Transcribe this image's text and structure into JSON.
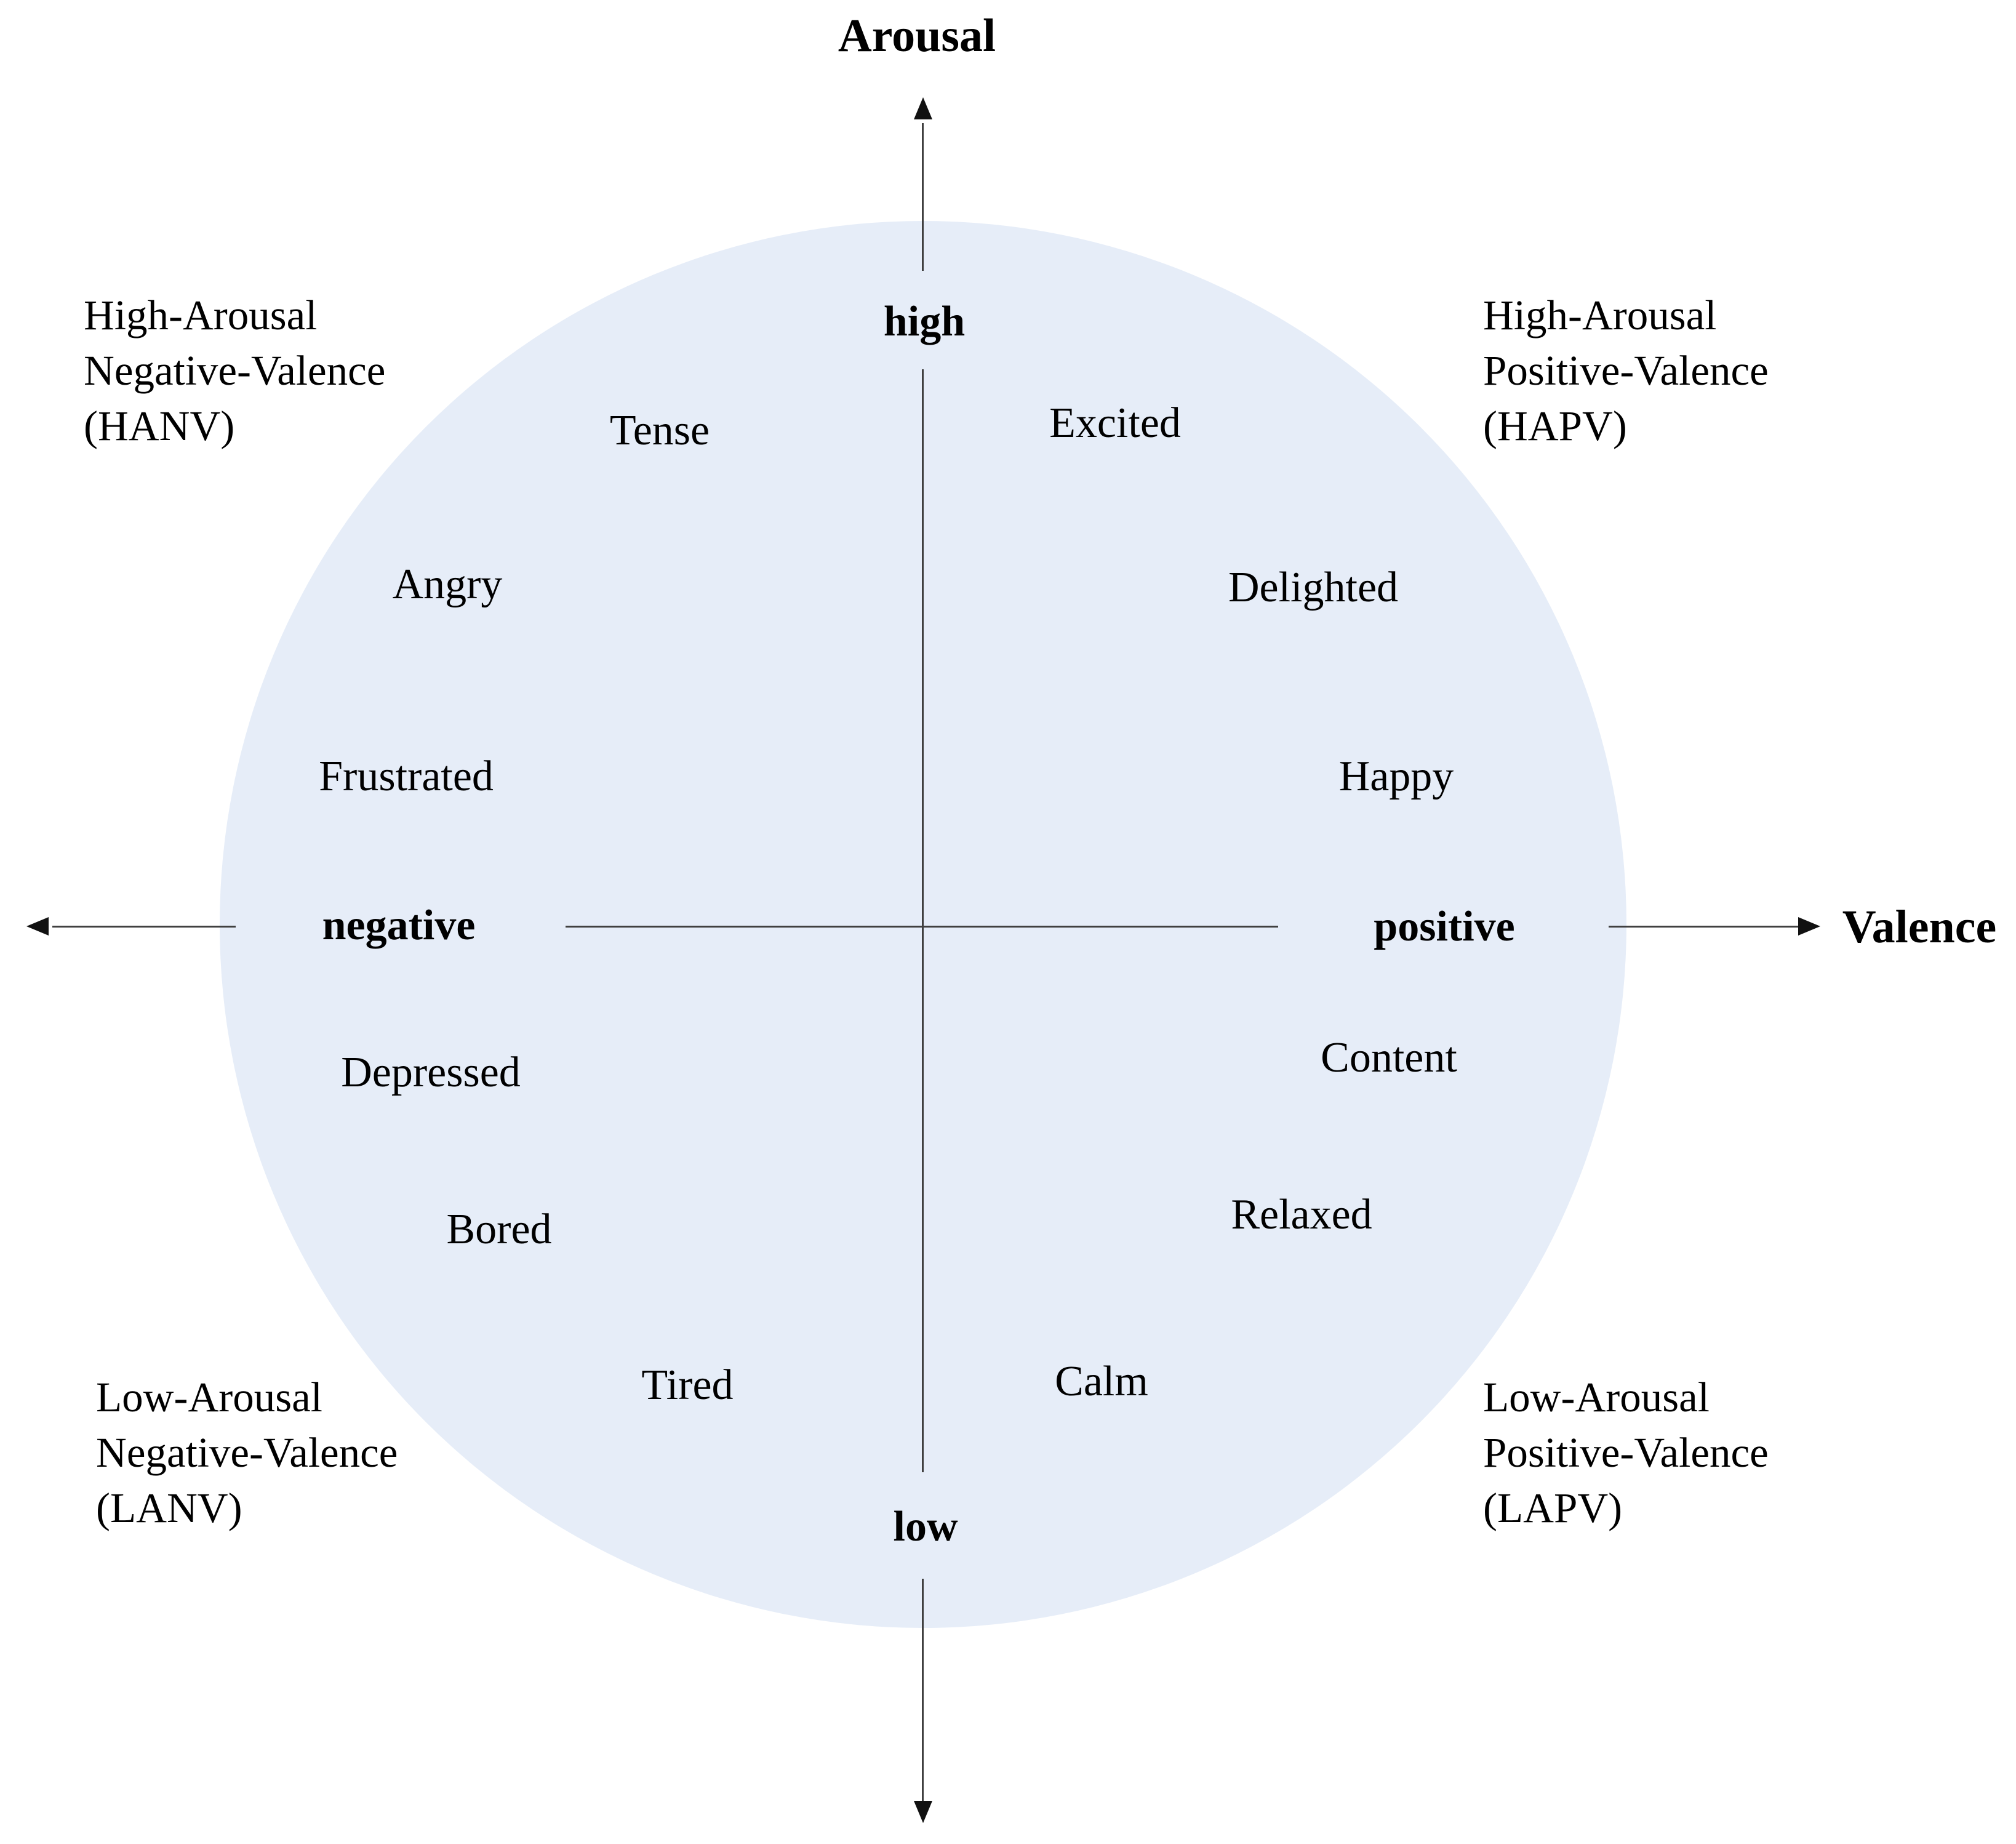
{
  "diagram": {
    "axes": {
      "vertical_title": "Arousal",
      "horizontal_title": "Valence",
      "vertical_high": "high",
      "vertical_low": "low",
      "horizontal_negative": "negative",
      "horizontal_positive": "positive"
    },
    "quadrants": {
      "hanv": {
        "line1": "High-Arousal",
        "line2": "Negative-Valence",
        "line3": "(HANV)"
      },
      "hapv": {
        "line1": "High-Arousal",
        "line2": "Positive-Valence",
        "line3": "(HAPV)"
      },
      "lanv": {
        "line1": "Low-Arousal",
        "line2": "Negative-Valence",
        "line3": "(LANV)"
      },
      "lapv": {
        "line1": "Low-Arousal",
        "line2": "Positive-Valence",
        "line3": "(LAPV)"
      }
    },
    "emotions": {
      "tense": "Tense",
      "excited": "Excited",
      "angry": "Angry",
      "delighted": "Delighted",
      "frustrated": "Frustrated",
      "happy": "Happy",
      "depressed": "Depressed",
      "content": "Content",
      "bored": "Bored",
      "relaxed": "Relaxed",
      "tired": "Tired",
      "calm": "Calm"
    },
    "colors": {
      "circle_fill": "#E6EDF8",
      "axis_line": "#404040",
      "text": "#000000"
    }
  }
}
